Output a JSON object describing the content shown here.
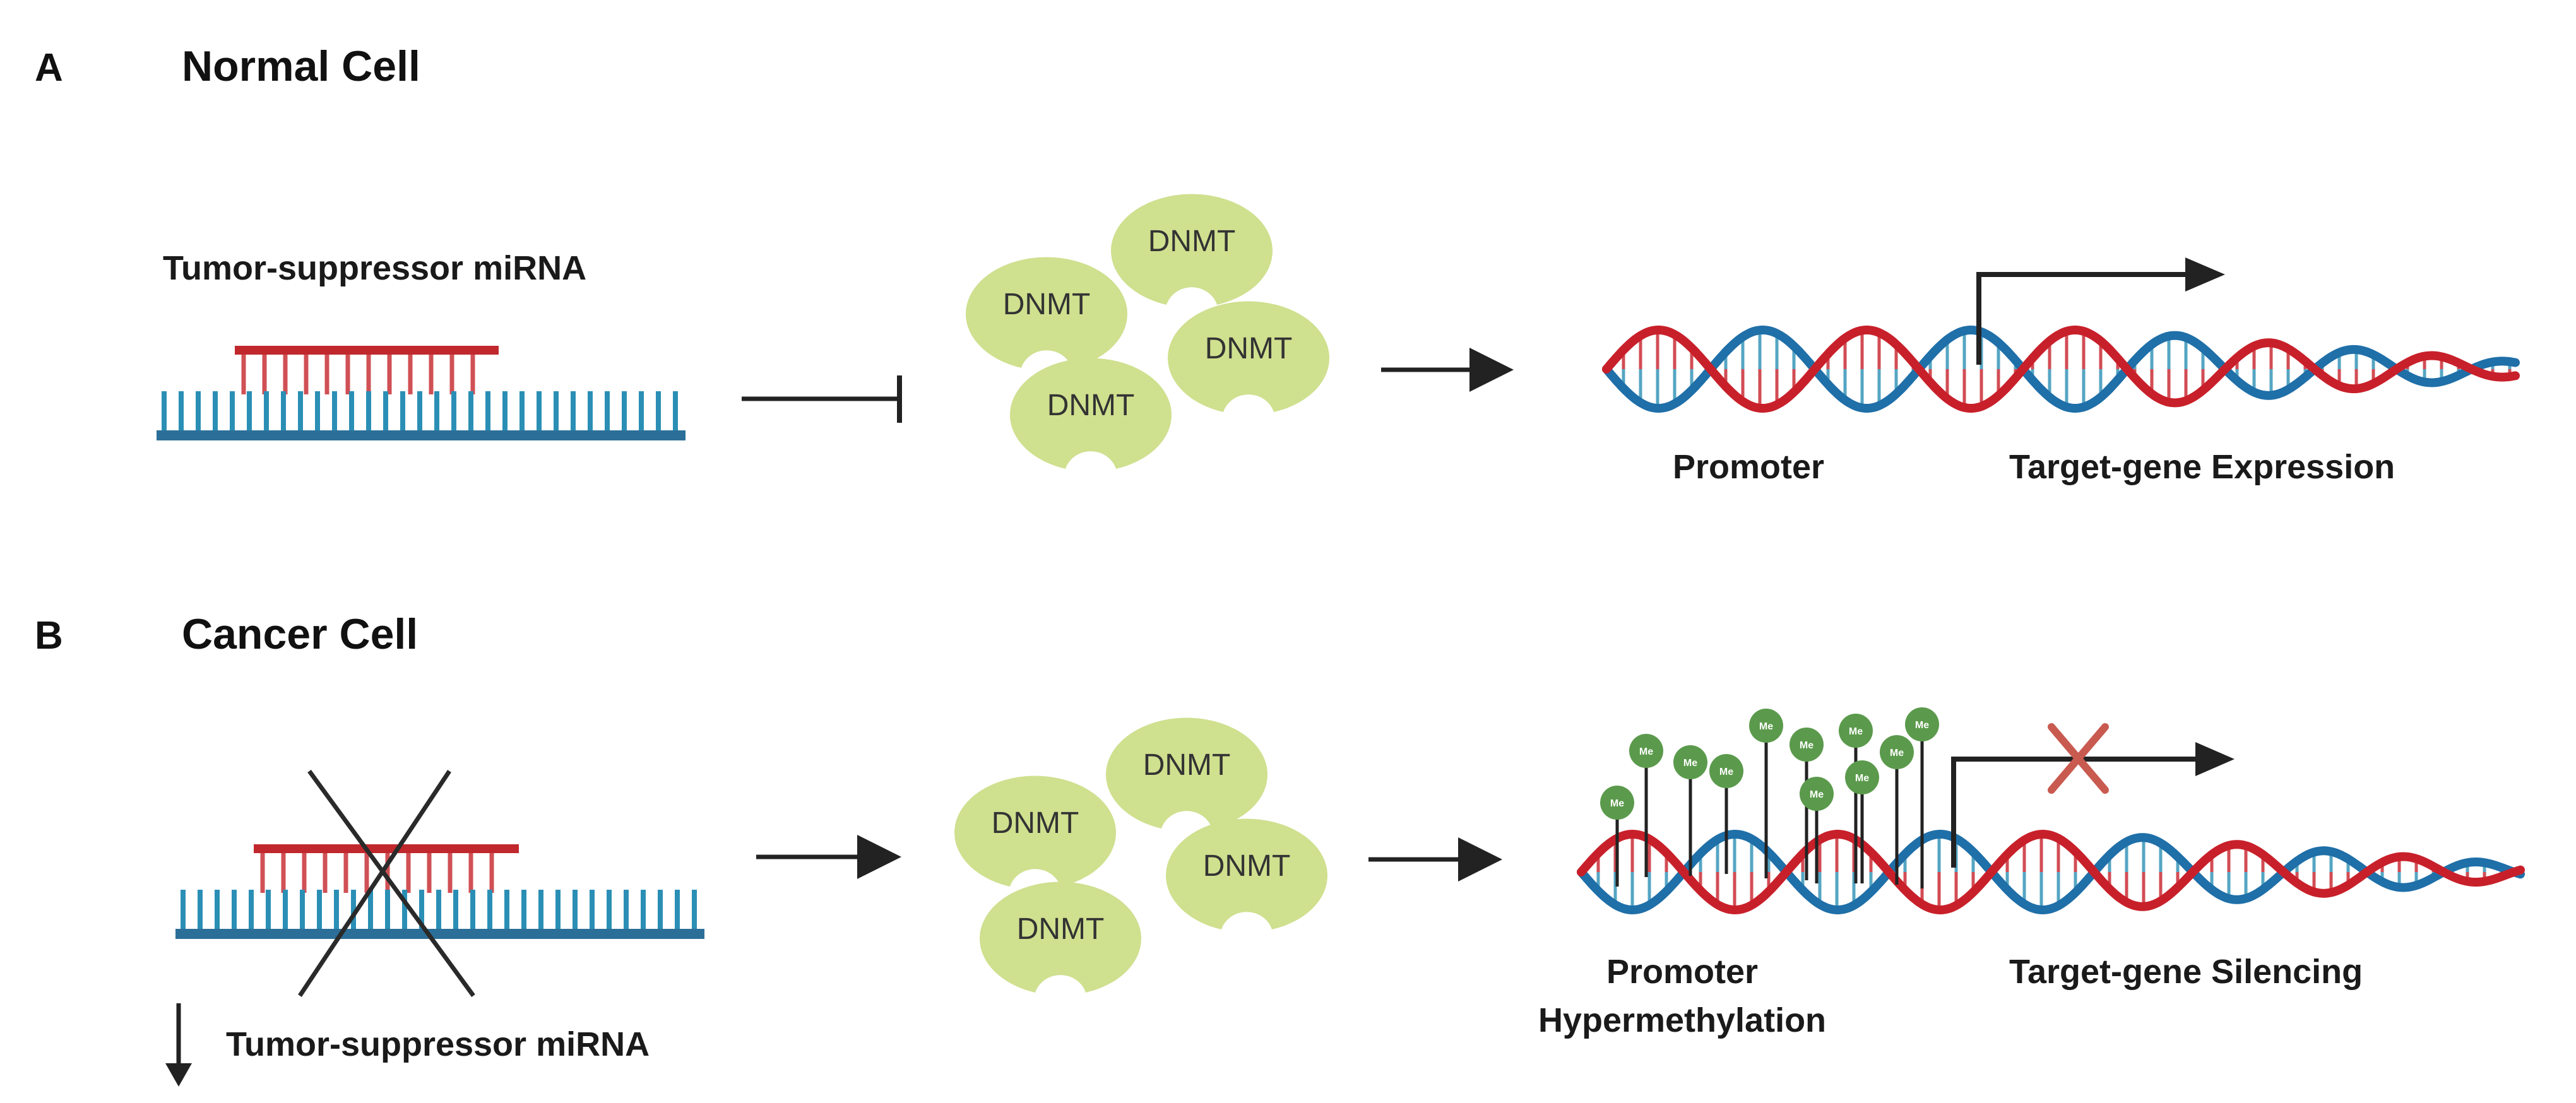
{
  "panel_a": {
    "letter": "A",
    "title": "Normal Cell",
    "mirna_label": "Tumor-suppressor miRNA",
    "enzymes": [
      "DNMT",
      "DNMT",
      "DNMT",
      "DNMT"
    ],
    "promoter_label": "Promoter",
    "target_label": "Target-gene Expression"
  },
  "panel_b": {
    "letter": "B",
    "title": "Cancer Cell",
    "mirna_label": "Tumor-suppressor miRNA",
    "enzymes": [
      "DNMT",
      "DNMT",
      "DNMT",
      "DNMT"
    ],
    "methyl_tag": "Me",
    "promoter_label_line1": "Promoter",
    "promoter_label_line2": "Hypermethylation",
    "target_label": "Target-gene Silencing"
  },
  "colors": {
    "rna_strand": "#c0282d",
    "dna_strand": "#2b8fb5",
    "dna_blue": "#1f6fa8",
    "dna_red": "#c8202a",
    "enzyme": "#cfe08f",
    "methyl": "#5b9a4c",
    "cross_red": "#c85a50",
    "arrow": "#222222"
  }
}
